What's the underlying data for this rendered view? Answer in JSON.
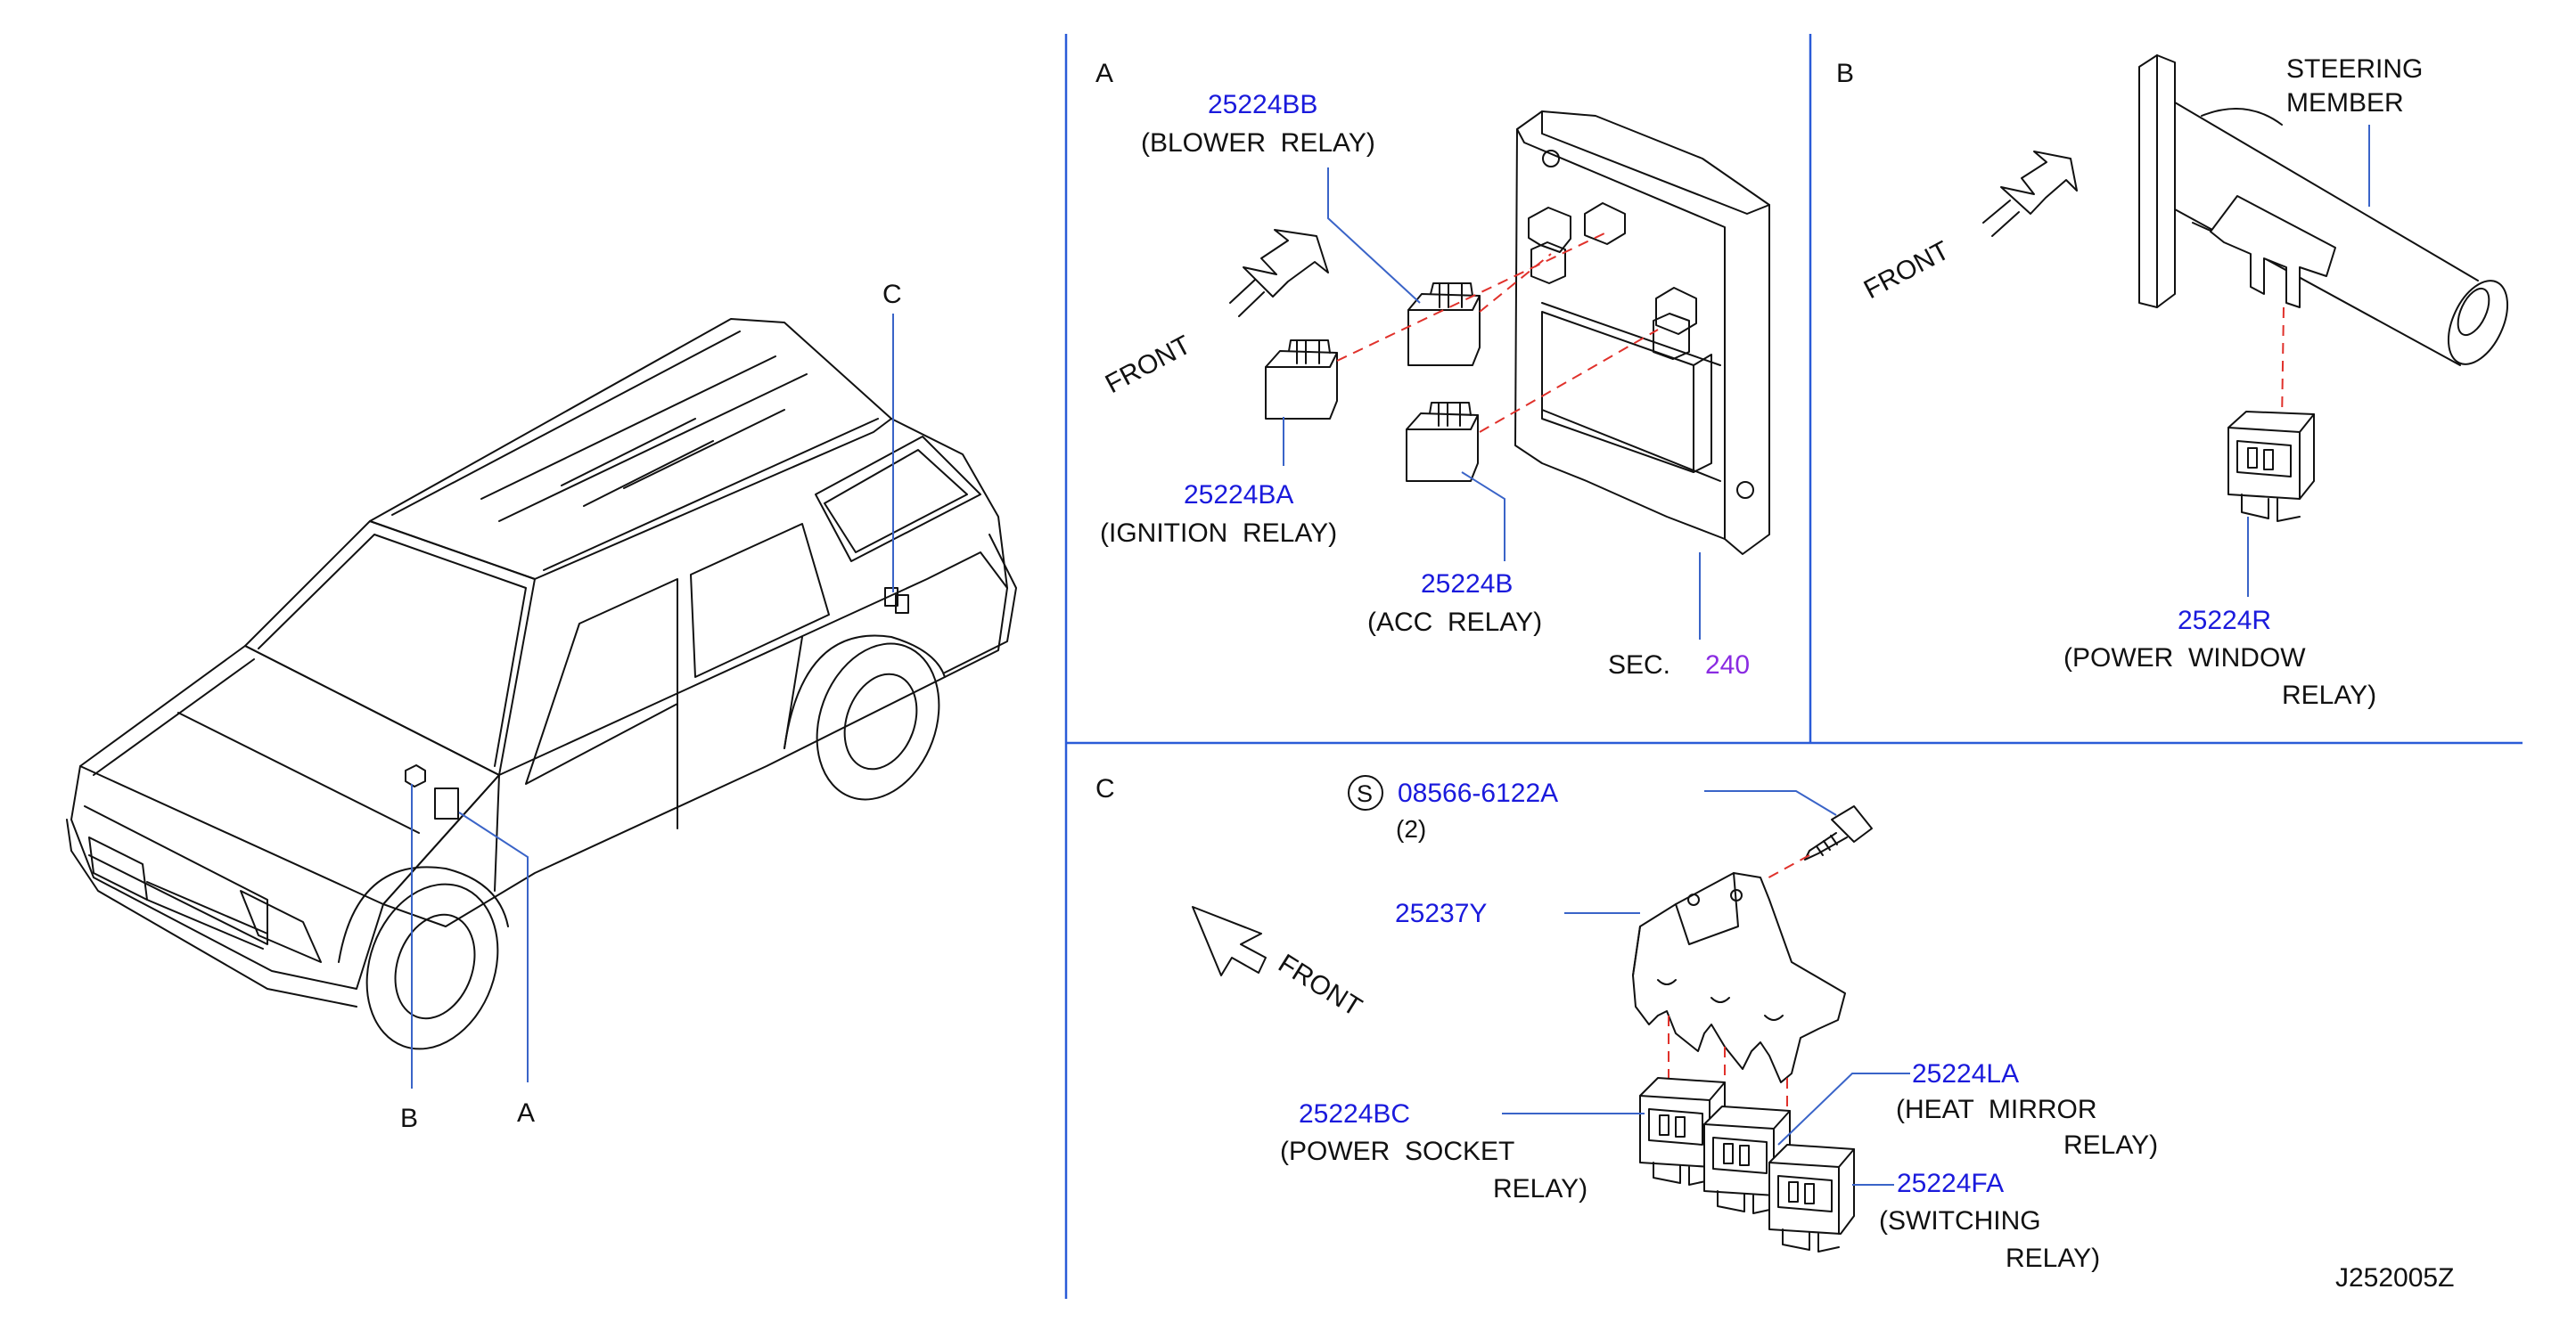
{
  "diagram_code": "J252005Z",
  "overview": {
    "callouts": {
      "a": "A",
      "b": "B",
      "c": "C"
    }
  },
  "panel_a": {
    "label": "A",
    "front_label": "FRONT",
    "parts": {
      "blower_num": "25224BB",
      "blower_name": "(BLOWER  RELAY)",
      "ignition_num": "25224BA",
      "ignition_name": "(IGNITION  RELAY)",
      "acc_num": "25224B",
      "acc_name": "(ACC  RELAY)"
    },
    "sec_prefix": "SEC.",
    "sec_num": "240"
  },
  "panel_b": {
    "label": "B",
    "front_label": "FRONT",
    "steering_line1": "STEERING",
    "steering_line2": "MEMBER",
    "power_window_num": "25224R",
    "power_window_line1": "(POWER  WINDOW",
    "power_window_line2": "RELAY)"
  },
  "panel_c": {
    "label": "C",
    "front_label": "FRONT",
    "screw_symbol": "S",
    "screw_num": "08566-6122A",
    "screw_qty": "(2)",
    "bracket_num": "25237Y",
    "power_socket_num": "25224BC",
    "power_socket_line1": "(POWER  SOCKET",
    "power_socket_line2": "RELAY)",
    "heat_mirror_num": "25224LA",
    "heat_mirror_line1": "(HEAT  MIRROR",
    "heat_mirror_line2": "RELAY)",
    "switching_num": "25224FA",
    "switching_line1": "(SWITCHING",
    "switching_line2": "RELAY)"
  },
  "colors": {
    "part_number": "#1a1adc",
    "section_ref": "#8a2be2",
    "divider": "#2a5bd7",
    "leader": "#3a64c8",
    "dashed_guide": "#e0312b"
  }
}
